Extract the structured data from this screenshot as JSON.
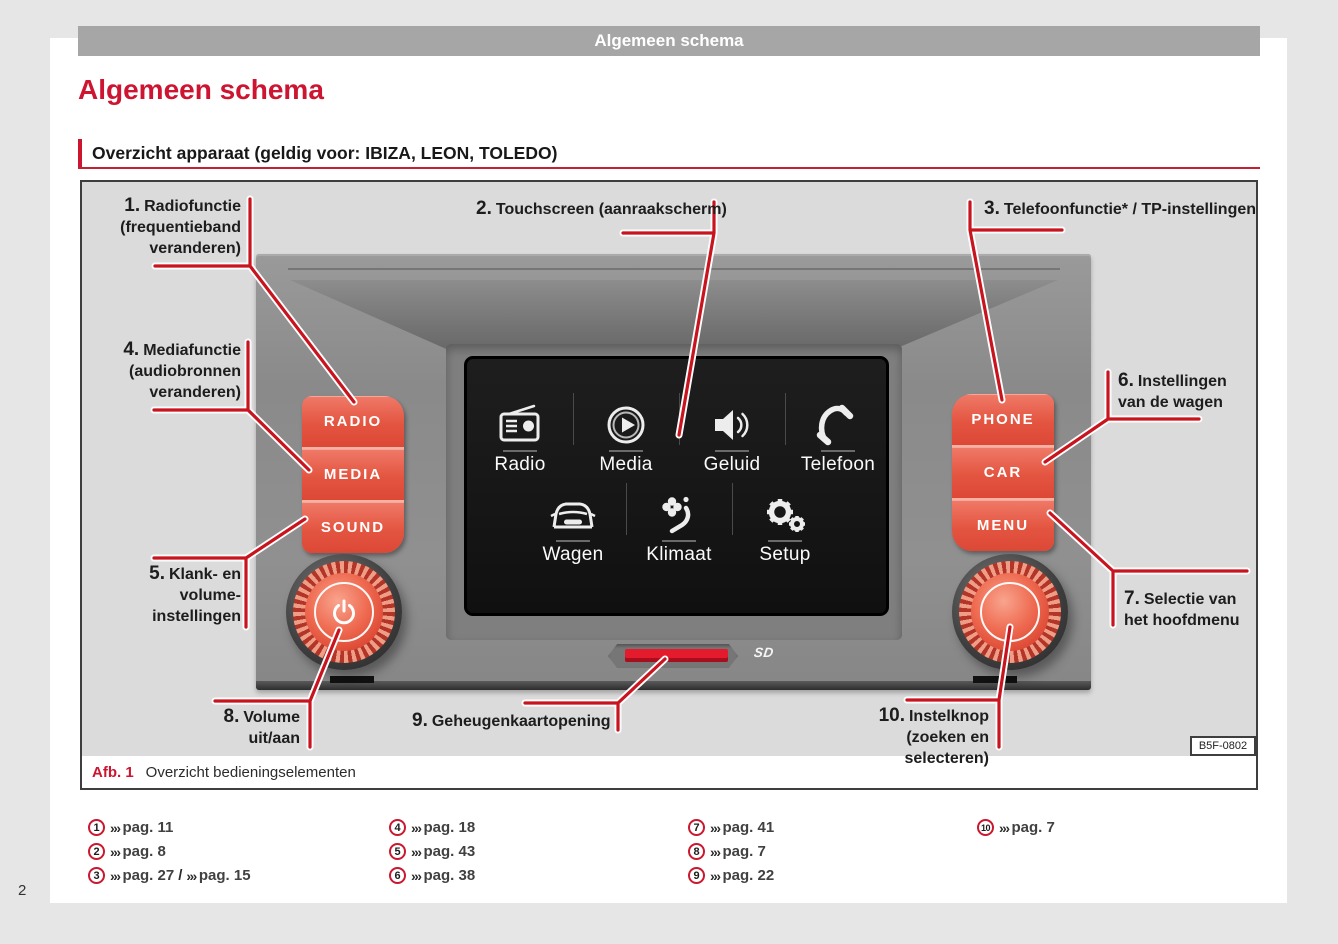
{
  "page": {
    "number": "2",
    "running_header": "Algemeen schema"
  },
  "heading": {
    "title": "Algemeen schema",
    "subtitle": "Overzicht apparaat (geldig voor: IBIZA, LEON, TOLEDO)"
  },
  "figure": {
    "code": "B5F-0802",
    "caption": {
      "label": "Afb. 1",
      "text": "Overzicht bedieningselementen"
    },
    "callouts": {
      "c1": {
        "num": "1.",
        "line1": "Radiofunctie",
        "line2": "(frequentieband",
        "line3": "veranderen)"
      },
      "c2": {
        "num": "2.",
        "line1": "Touchscreen (aanraakscherm)"
      },
      "c3": {
        "num": "3.",
        "line1": "Telefoonfunctie* / TP-instellingen"
      },
      "c4": {
        "num": "4.",
        "line1": "Mediafunctie",
        "line2": "(audiobronnen",
        "line3": "veranderen)"
      },
      "c5": {
        "num": "5.",
        "line1": "Klank- en",
        "line2": "volume-",
        "line3": "instellingen"
      },
      "c6": {
        "num": "6.",
        "line1": "Instellingen",
        "line2": "van de wagen"
      },
      "c7": {
        "num": "7.",
        "line1": "Selectie van",
        "line2": "het hoofdmenu"
      },
      "c8": {
        "num": "8.",
        "line1": "Volume",
        "line2": "uit/aan"
      },
      "c9": {
        "num": "9.",
        "line1": "Geheugenkaartopening"
      },
      "c10": {
        "num": "10.",
        "line1": "Instelknop",
        "line2": "(zoeken en selecteren)"
      }
    },
    "device": {
      "left_buttons": [
        "RADIO",
        "MEDIA",
        "SOUND"
      ],
      "right_buttons": [
        "PHONE",
        "CAR",
        "MENU"
      ],
      "screen": {
        "row1": [
          {
            "label": "Radio"
          },
          {
            "label": "Media"
          },
          {
            "label": "Geluid"
          },
          {
            "label": "Telefoon"
          }
        ],
        "row2": [
          {
            "label": "Wagen"
          },
          {
            "label": "Klimaat"
          },
          {
            "label": "Setup"
          }
        ]
      },
      "sd_logo": "SD"
    }
  },
  "references": {
    "symbol": "›››",
    "items": [
      {
        "num": "1",
        "page": "pag. 11"
      },
      {
        "num": "2",
        "page": "pag. 8"
      },
      {
        "num": "3",
        "page": "pag. 27",
        "separator": "/",
        "page2": "pag. 15"
      },
      {
        "num": "4",
        "page": "pag. 18"
      },
      {
        "num": "5",
        "page": "pag. 43"
      },
      {
        "num": "6",
        "page": "pag. 38"
      },
      {
        "num": "7",
        "page": "pag. 41"
      },
      {
        "num": "8",
        "page": "pag. 7"
      },
      {
        "num": "9",
        "page": "pag. 22"
      },
      {
        "num": "10",
        "page": "pag. 7"
      }
    ]
  },
  "colors": {
    "accent_red": "#cd1430",
    "callout_line_red": "#c8141e",
    "button_red": "#e35540",
    "header_bar_gray": "#a6a6a6",
    "figure_bg": "#dbdbdb",
    "device_gray": "#8e8e8e",
    "screen_black": "#141414"
  }
}
